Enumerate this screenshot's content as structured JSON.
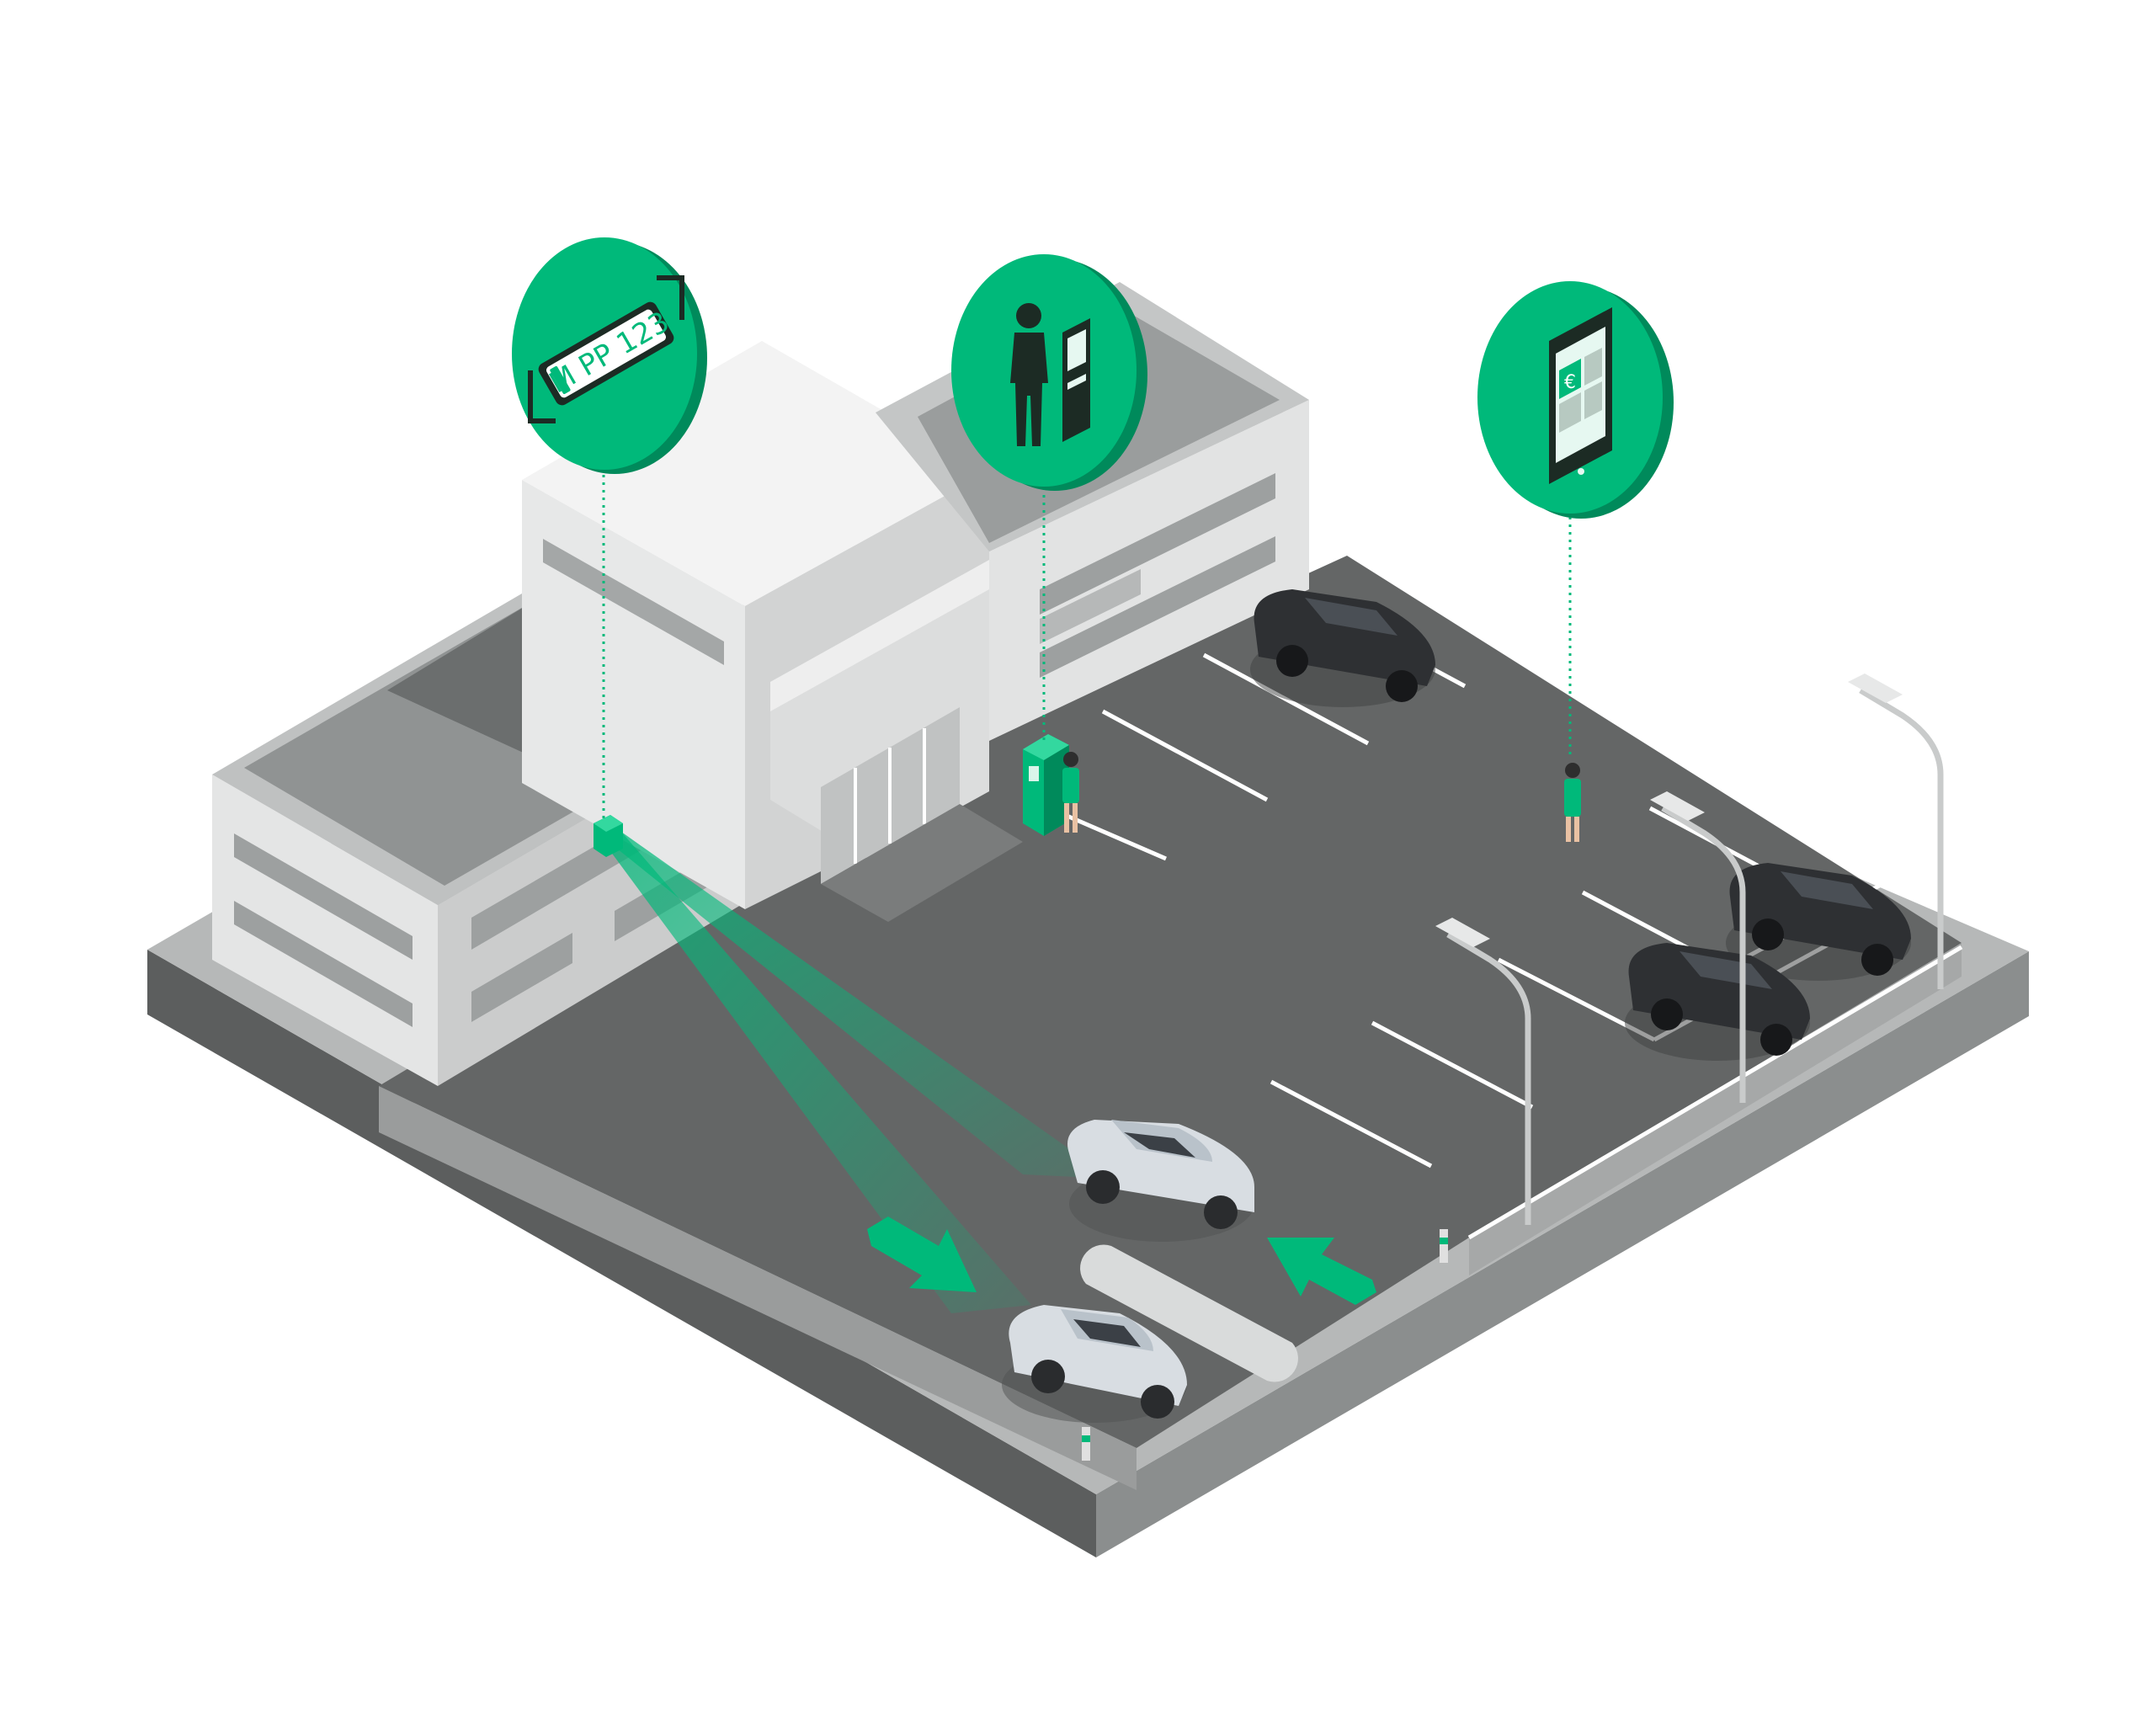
{
  "colors": {
    "accent": "#00b97a",
    "accent_dark": "#008a5b",
    "asphalt": "#636565",
    "curb": "#b2b4b4",
    "building_light": "#e3e4e4",
    "building_mid": "#c9caca",
    "building_dark": "#8e9191",
    "car_dark": "#2e3033",
    "car_light": "#d8dde2"
  },
  "bubbles": [
    {
      "id": "lpr",
      "icon": "license-plate-icon",
      "plate_text": "M PP 123"
    },
    {
      "id": "kiosk",
      "icon": "pay-station-icon"
    },
    {
      "id": "mobile",
      "icon": "mobile-payment-icon",
      "currency_symbol": "€"
    }
  ]
}
